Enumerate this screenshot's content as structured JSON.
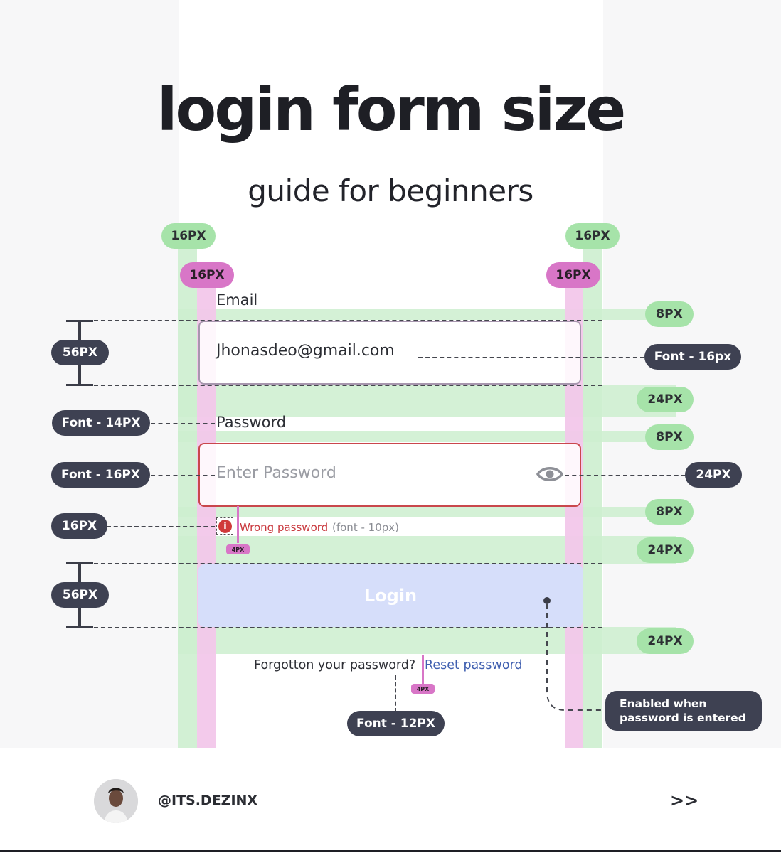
{
  "header": {
    "title": "login form size",
    "subtitle": "guide for beginners"
  },
  "form": {
    "email_label": "Email",
    "email_value": "Jhonasdeo@gmail.com",
    "password_label": "Password",
    "password_placeholder": "Enter Password",
    "error_text": "Wrong password",
    "error_note": "(font - 10px)",
    "login_button": "Login",
    "forgot_text": "Forgotton your password?",
    "reset_link": "Reset password"
  },
  "annotations": {
    "margin_outer_left": "16PX",
    "margin_outer_right": "16PX",
    "margin_inner_left": "16PX",
    "margin_inner_right": "16PX",
    "gap_label_email": "8PX",
    "email_font": "Font - 16px",
    "email_height": "56PX",
    "gap_after_email": "24PX",
    "password_label_font": "Font - 14PX",
    "gap_label_password": "8PX",
    "password_font": "Font - 16PX",
    "icon_size": "24PX",
    "gap_after_password": "8PX",
    "error_icon_size": "16PX",
    "error_gap": "4PX",
    "gap_before_login": "24PX",
    "login_height": "56PX",
    "gap_after_login": "24PX",
    "reset_gap": "4PX",
    "forgot_font": "Font - 12PX",
    "enabled_note_line1": "Enabled when",
    "enabled_note_line2": "password is entered"
  },
  "footer": {
    "handle": "@ITS.DEZINX",
    "next_label": ">>"
  },
  "colors": {
    "guide_green": "#cdeecf",
    "guide_pink": "#f2c7ea",
    "error_red": "#d03a3a",
    "link_blue": "#3f5fb0",
    "login_bg": "#d6defa",
    "dark_pill": "#3e4152"
  },
  "icons": {
    "eye": "eye-icon",
    "error": "error-icon",
    "avatar": "avatar",
    "next": "chevron-double-right-icon"
  }
}
